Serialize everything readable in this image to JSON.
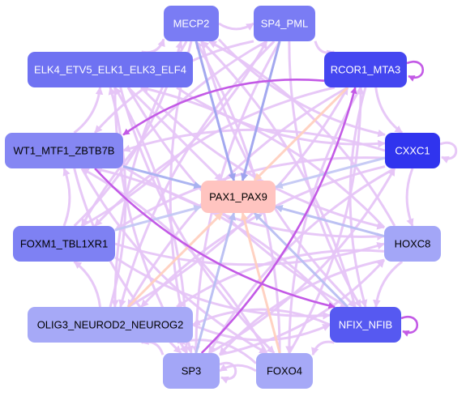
{
  "nodes": [
    {
      "id": "MECP2",
      "label": "MECP2",
      "fill": "#7A7CF4",
      "text_color": "#ffffff"
    },
    {
      "id": "SP4_PML",
      "label": "SP4_PML",
      "fill": "#7A7CF4",
      "text_color": "#ffffff"
    },
    {
      "id": "ELK4",
      "label": "ELK4_ETV5_ELK1_ELK3_ELF4",
      "fill": "#6F72F2",
      "text_color": "#ffffff"
    },
    {
      "id": "RCOR1",
      "label": "RCOR1_MTA3",
      "fill": "#4446F0",
      "text_color": "#ffffff"
    },
    {
      "id": "WT1",
      "label": "WT1_MTF1_ZBTB7B",
      "fill": "#8587F3",
      "text_color": "#000000"
    },
    {
      "id": "CXXC1",
      "label": "CXXC1",
      "fill": "#3034EE",
      "text_color": "#ffffff"
    },
    {
      "id": "PAX1",
      "label": "PAX1_PAX9",
      "fill": "#FFC4C0",
      "text_color": "#000000"
    },
    {
      "id": "FOXM1",
      "label": "FOXM1_TBL1XR1",
      "fill": "#7E81F3",
      "text_color": "#000000"
    },
    {
      "id": "HOXC8",
      "label": "HOXC8",
      "fill": "#A3A6F7",
      "text_color": "#000000"
    },
    {
      "id": "OLIG3",
      "label": "OLIG3_NEUROD2_NEUROG2",
      "fill": "#A6A9F7",
      "text_color": "#000000"
    },
    {
      "id": "NFIX",
      "label": "NFIX_NFIB",
      "fill": "#5659F1",
      "text_color": "#ffffff"
    },
    {
      "id": "SP3",
      "label": "SP3",
      "fill": "#A3A6F7",
      "text_color": "#000000"
    },
    {
      "id": "FOXO4",
      "label": "FOXO4",
      "fill": "#A6A9F7",
      "text_color": "#000000"
    }
  ],
  "edges": [
    {
      "from": "MECP2",
      "to": "PAX1",
      "color": "#9EA3EE"
    },
    {
      "from": "SP4_PML",
      "to": "PAX1",
      "color": "#9EA3EE"
    },
    {
      "from": "ELK4",
      "to": "PAX1",
      "color": "#E7C7F8"
    },
    {
      "from": "RCOR1",
      "to": "PAX1",
      "color": "#FFD0BF"
    },
    {
      "from": "WT1",
      "to": "PAX1",
      "color": "#A8B1F0"
    },
    {
      "from": "CXXC1",
      "to": "PAX1",
      "color": "#C4C8F4"
    },
    {
      "from": "FOXM1",
      "to": "PAX1",
      "color": "#C4C8F4"
    },
    {
      "from": "HOXC8",
      "to": "PAX1",
      "color": "#B8BEF2"
    },
    {
      "from": "OLIG3",
      "to": "PAX1",
      "color": "#FFD0BF"
    },
    {
      "from": "NFIX",
      "to": "PAX1",
      "color": "#B8BEF2"
    },
    {
      "from": "SP3",
      "to": "PAX1",
      "color": "#B8BEF2"
    },
    {
      "from": "FOXO4",
      "to": "PAX1",
      "color": "#FFD0BF"
    },
    {
      "from": "RCOR1",
      "to": "WT1",
      "color": "#C35AE6"
    },
    {
      "from": "WT1",
      "to": "NFIX",
      "color": "#C35AE6"
    },
    {
      "from": "SP3",
      "to": "RCOR1",
      "color": "#C35AE6"
    },
    {
      "from": "RCOR1",
      "to": "RCOR1",
      "color": "#C35AE6"
    },
    {
      "from": "NFIX",
      "to": "NFIX",
      "color": "#C35AE6"
    },
    {
      "from": "CXXC1",
      "to": "CXXC1",
      "color": "#E6C5F7"
    },
    {
      "from": "SP3",
      "to": "SP3",
      "color": "#E6C5F7"
    },
    {
      "from": "ELK4",
      "to": "MECP2",
      "color": "#E6C5F7"
    },
    {
      "from": "MECP2",
      "to": "SP4_PML",
      "color": "#E6C5F7"
    },
    {
      "from": "SP4_PML",
      "to": "RCOR1",
      "color": "#E6C5F7"
    },
    {
      "from": "RCOR1",
      "to": "CXXC1",
      "color": "#E6C5F7"
    },
    {
      "from": "CXXC1",
      "to": "HOXC8",
      "color": "#E6C5F7"
    },
    {
      "from": "HOXC8",
      "to": "NFIX",
      "color": "#E6C5F7"
    },
    {
      "from": "NFIX",
      "to": "FOXO4",
      "color": "#E6C5F7"
    },
    {
      "from": "FOXO4",
      "to": "SP3",
      "color": "#E6C5F7"
    },
    {
      "from": "SP3",
      "to": "OLIG3",
      "color": "#E6C5F7"
    },
    {
      "from": "OLIG3",
      "to": "FOXM1",
      "color": "#E6C5F7"
    },
    {
      "from": "FOXM1",
      "to": "WT1",
      "color": "#E6C5F7"
    },
    {
      "from": "WT1",
      "to": "ELK4",
      "color": "#E6C5F7"
    },
    {
      "from": "ELK4",
      "to": "NFIX",
      "color": "#E6C5F7"
    },
    {
      "from": "ELK4",
      "to": "HOXC8",
      "color": "#E6C5F7"
    },
    {
      "from": "ELK4",
      "to": "FOXO4",
      "color": "#E6C5F7"
    },
    {
      "from": "MECP2",
      "to": "NFIX",
      "color": "#E6C5F7"
    },
    {
      "from": "MECP2",
      "to": "SP3",
      "color": "#E6C5F7"
    },
    {
      "from": "MECP2",
      "to": "OLIG3",
      "color": "#E6C5F7"
    },
    {
      "from": "SP4_PML",
      "to": "SP3",
      "color": "#E6C5F7"
    },
    {
      "from": "SP4_PML",
      "to": "OLIG3",
      "color": "#E6C5F7"
    },
    {
      "from": "SP4_PML",
      "to": "FOXM1",
      "color": "#E6C5F7"
    },
    {
      "from": "SP4_PML",
      "to": "NFIX",
      "color": "#E6C5F7"
    },
    {
      "from": "RCOR1",
      "to": "FOXM1",
      "color": "#E6C5F7"
    },
    {
      "from": "RCOR1",
      "to": "OLIG3",
      "color": "#E6C5F7"
    },
    {
      "from": "RCOR1",
      "to": "FOXO4",
      "color": "#E6C5F7"
    },
    {
      "from": "RCOR1",
      "to": "NFIX",
      "color": "#E6C5F7"
    },
    {
      "from": "CXXC1",
      "to": "WT1",
      "color": "#E6C5F7"
    },
    {
      "from": "CXXC1",
      "to": "OLIG3",
      "color": "#E6C5F7"
    },
    {
      "from": "CXXC1",
      "to": "SP3",
      "color": "#E6C5F7"
    },
    {
      "from": "CXXC1",
      "to": "FOXM1",
      "color": "#E6C5F7"
    },
    {
      "from": "WT1",
      "to": "HOXC8",
      "color": "#E6C5F7"
    },
    {
      "from": "WT1",
      "to": "FOXO4",
      "color": "#E6C5F7"
    },
    {
      "from": "WT1",
      "to": "SP3",
      "color": "#E6C5F7"
    },
    {
      "from": "FOXM1",
      "to": "HOXC8",
      "color": "#E6C5F7"
    },
    {
      "from": "FOXM1",
      "to": "NFIX",
      "color": "#E6C5F7"
    },
    {
      "from": "FOXM1",
      "to": "SP4_PML",
      "color": "#E6C5F7"
    },
    {
      "from": "FOXM1",
      "to": "MECP2",
      "color": "#E6C5F7"
    },
    {
      "from": "HOXC8",
      "to": "OLIG3",
      "color": "#E6C5F7"
    },
    {
      "from": "HOXC8",
      "to": "MECP2",
      "color": "#E6C5F7"
    },
    {
      "from": "HOXC8",
      "to": "SP3",
      "color": "#E6C5F7"
    },
    {
      "from": "HOXC8",
      "to": "ELK4",
      "color": "#E6C5F7"
    },
    {
      "from": "OLIG3",
      "to": "NFIX",
      "color": "#E6C5F7"
    },
    {
      "from": "OLIG3",
      "to": "ELK4",
      "color": "#E6C5F7"
    },
    {
      "from": "OLIG3",
      "to": "RCOR1",
      "color": "#E6C5F7"
    },
    {
      "from": "NFIX",
      "to": "MECP2",
      "color": "#E6C5F7"
    },
    {
      "from": "NFIX",
      "to": "WT1",
      "color": "#E6C5F7"
    },
    {
      "from": "NFIX",
      "to": "OLIG3",
      "color": "#E6C5F7"
    },
    {
      "from": "SP3",
      "to": "ELK4",
      "color": "#E6C5F7"
    },
    {
      "from": "SP3",
      "to": "CXXC1",
      "color": "#E6C5F7"
    },
    {
      "from": "SP3",
      "to": "HOXC8",
      "color": "#E6C5F7"
    },
    {
      "from": "FOXO4",
      "to": "MECP2",
      "color": "#E6C5F7"
    },
    {
      "from": "FOXO4",
      "to": "WT1",
      "color": "#E6C5F7"
    },
    {
      "from": "FOXO4",
      "to": "RCOR1",
      "color": "#E6C5F7"
    },
    {
      "from": "FOXO4",
      "to": "OLIG3",
      "color": "#E6C5F7"
    },
    {
      "from": "MECP2",
      "to": "CXXC1",
      "color": "#E6C5F7"
    },
    {
      "from": "SP4_PML",
      "to": "WT1",
      "color": "#E6C5F7"
    },
    {
      "from": "ELK4",
      "to": "CXXC1",
      "color": "#E6C5F7"
    },
    {
      "from": "ELK4",
      "to": "SP3",
      "color": "#E6C5F7"
    }
  ]
}
